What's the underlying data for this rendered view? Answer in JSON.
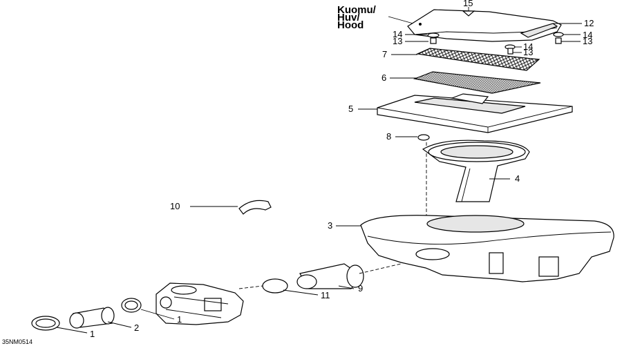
{
  "hood_label": [
    "Kuomu/",
    "Huv/",
    "Hood"
  ],
  "callouts": {
    "c1a": "1",
    "c1b": "1",
    "c2": "2",
    "c3": "3",
    "c4": "4",
    "c5": "5",
    "c6": "6",
    "c7": "7",
    "c8": "8",
    "c9": "9",
    "c10": "10",
    "c11": "11",
    "c12": "12",
    "c13a": "13",
    "c13b": "13",
    "c13c": "13",
    "c14a": "14",
    "c14b": "14",
    "c14c": "14",
    "c15": "15"
  },
  "reference_code": "35NM0514"
}
